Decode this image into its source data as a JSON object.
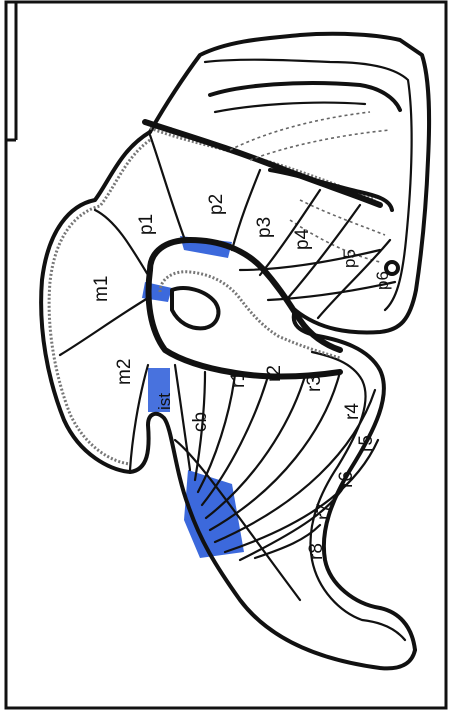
{
  "figure": {
    "highlight_color": "#1a4fd6",
    "frame_color": "#111111",
    "labels": {
      "m1": "m1",
      "m2": "m2",
      "p1": "p1",
      "p2": "p2",
      "p3": "p3",
      "p4": "p4",
      "p5": "p5",
      "p6": "p6",
      "ist": "ist",
      "cb": "cb",
      "r1": "r1",
      "r2": "r2",
      "r3": "r3",
      "r4": "r4",
      "r5": "r5",
      "r6": "r6",
      "r7": "r7",
      "r8": "r8"
    }
  }
}
